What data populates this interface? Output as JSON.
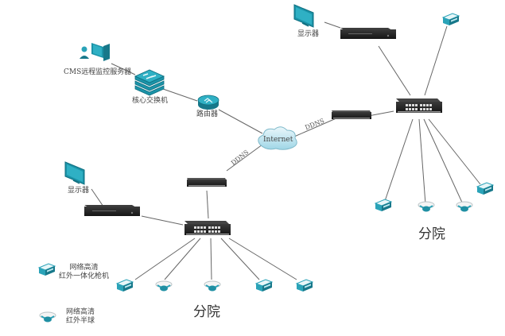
{
  "diagram": {
    "title": "",
    "nodes": {
      "cms_server": {
        "label": "CMS远程监控服务器"
      },
      "core_switch": {
        "label": "核心交换机"
      },
      "router": {
        "label": "路由器"
      },
      "internet": {
        "label": "Internet"
      },
      "monitor_left": {
        "label": "显示器"
      },
      "monitor_right": {
        "label": "显示器"
      }
    },
    "links": {
      "ddns_left": "DDNS",
      "ddns_right": "DDNS"
    },
    "branches": [
      {
        "label": "分院",
        "cameras": [
          "bullet",
          "dome",
          "dome",
          "bullet",
          "bullet"
        ]
      },
      {
        "label": "分院",
        "cameras": [
          "bullet",
          "dome",
          "dome",
          "bullet",
          "bullet"
        ]
      }
    ],
    "legend": [
      {
        "icon": "bullet-camera-icon",
        "line1": "网络高清",
        "line2": "红外一体化枪机"
      },
      {
        "icon": "dome-camera-icon",
        "line1": "网络高清",
        "line2": "红外半球"
      }
    ],
    "colors": {
      "accent": "#2aa3b8",
      "accent_dark": "#17788a",
      "device": "#2b2b2b",
      "line": "#666666"
    }
  }
}
